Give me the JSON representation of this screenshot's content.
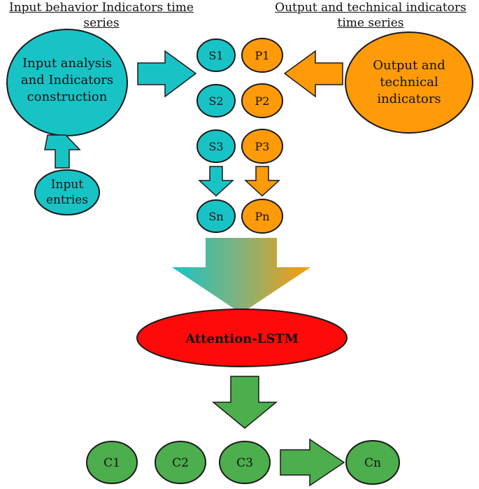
{
  "headers": {
    "left_line1": "Input behavior Indicators time",
    "left_line2": "series",
    "right_line1": "Output and technical indicators",
    "right_line2": "time series"
  },
  "input_analysis": {
    "line1": "Input analysis",
    "line2": "and Indicators",
    "line3": "construction"
  },
  "input_entries": {
    "line1": "Input",
    "line2": "entries"
  },
  "output_indicators": {
    "line1": "Output and",
    "line2": "technical",
    "line3": "indicators"
  },
  "s_nodes": [
    "S1",
    "S2",
    "S3",
    "Sn"
  ],
  "p_nodes": [
    "P1",
    "P2",
    "P3",
    "Pn"
  ],
  "model": {
    "label": "Attention-LSTM"
  },
  "c_nodes": [
    "C1",
    "C2",
    "C3",
    "Cn"
  ],
  "colors": {
    "teal": "#18c3c6",
    "orange": "#ff9a08",
    "red": "#ff0a0a",
    "green": "#4cae4c",
    "stroke": "#1a1a1a"
  }
}
